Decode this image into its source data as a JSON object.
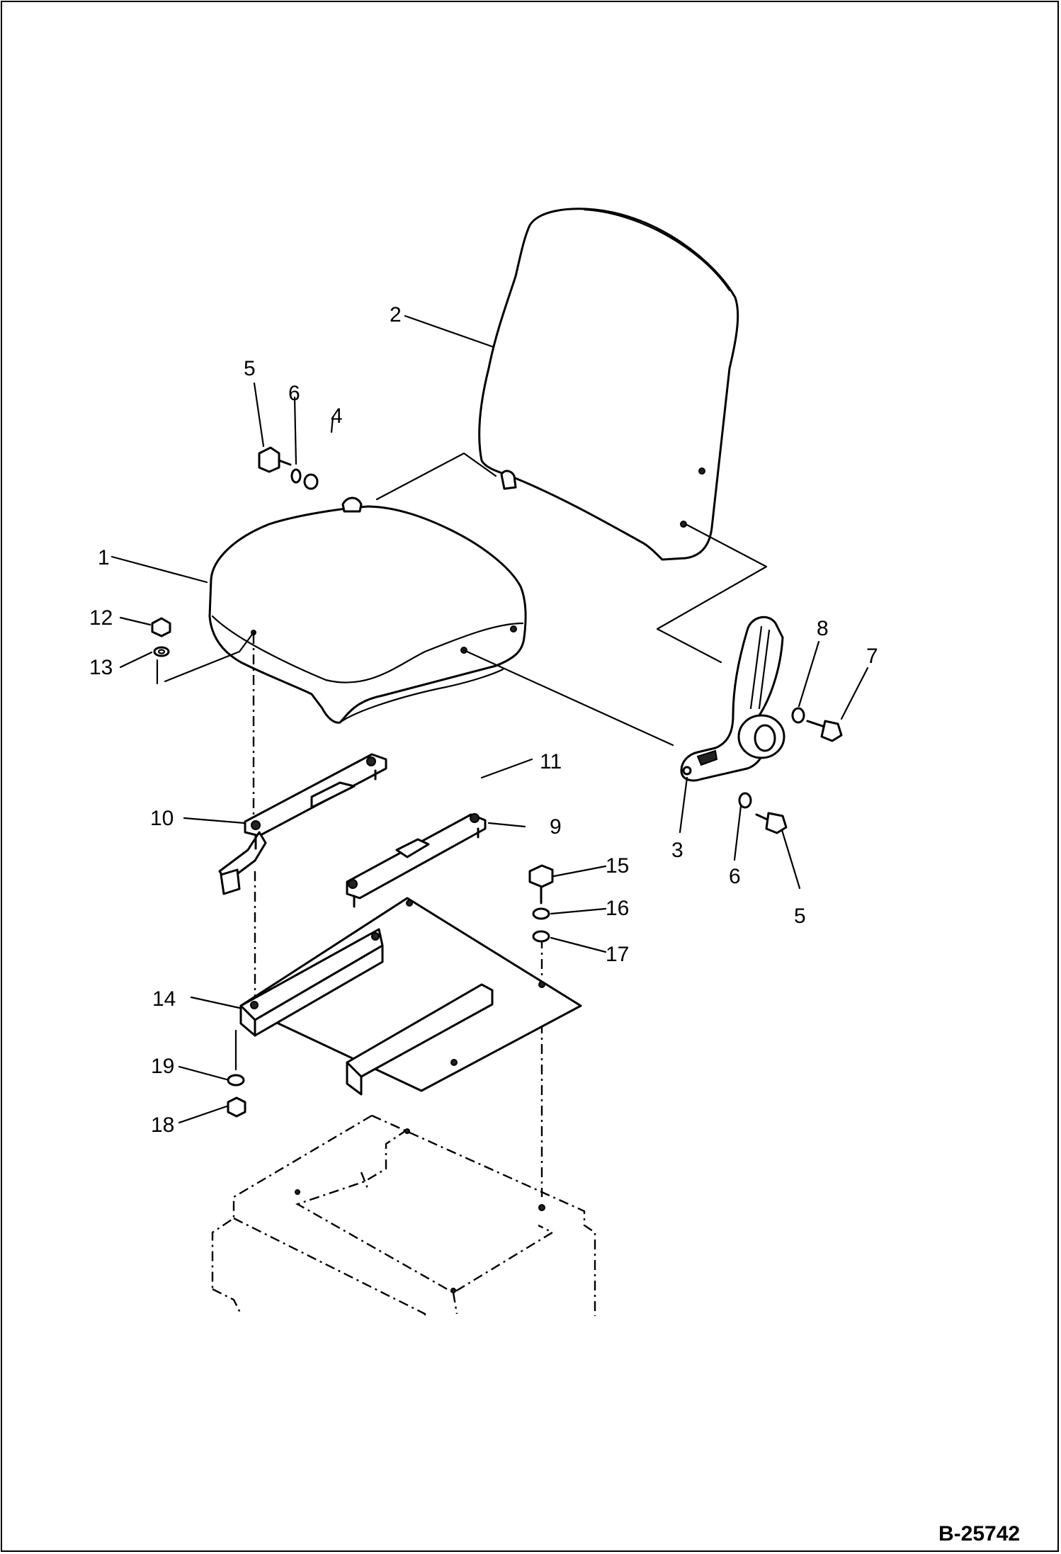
{
  "drawing": {
    "document_id": "B-25742"
  },
  "callouts": [
    {
      "id": "c1",
      "label": "1"
    },
    {
      "id": "c2",
      "label": "2"
    },
    {
      "id": "c3",
      "label": "3"
    },
    {
      "id": "c4",
      "label": "4"
    },
    {
      "id": "c5a",
      "label": "5"
    },
    {
      "id": "c5b",
      "label": "5"
    },
    {
      "id": "c6a",
      "label": "6"
    },
    {
      "id": "c6b",
      "label": "6"
    },
    {
      "id": "c7",
      "label": "7"
    },
    {
      "id": "c8",
      "label": "8"
    },
    {
      "id": "c9",
      "label": "9"
    },
    {
      "id": "c10",
      "label": "10"
    },
    {
      "id": "c11",
      "label": "11"
    },
    {
      "id": "c12",
      "label": "12"
    },
    {
      "id": "c13",
      "label": "13"
    },
    {
      "id": "c14",
      "label": "14"
    },
    {
      "id": "c15",
      "label": "15"
    },
    {
      "id": "c16",
      "label": "16"
    },
    {
      "id": "c17",
      "label": "17"
    },
    {
      "id": "c18",
      "label": "18"
    },
    {
      "id": "c19",
      "label": "19"
    }
  ]
}
